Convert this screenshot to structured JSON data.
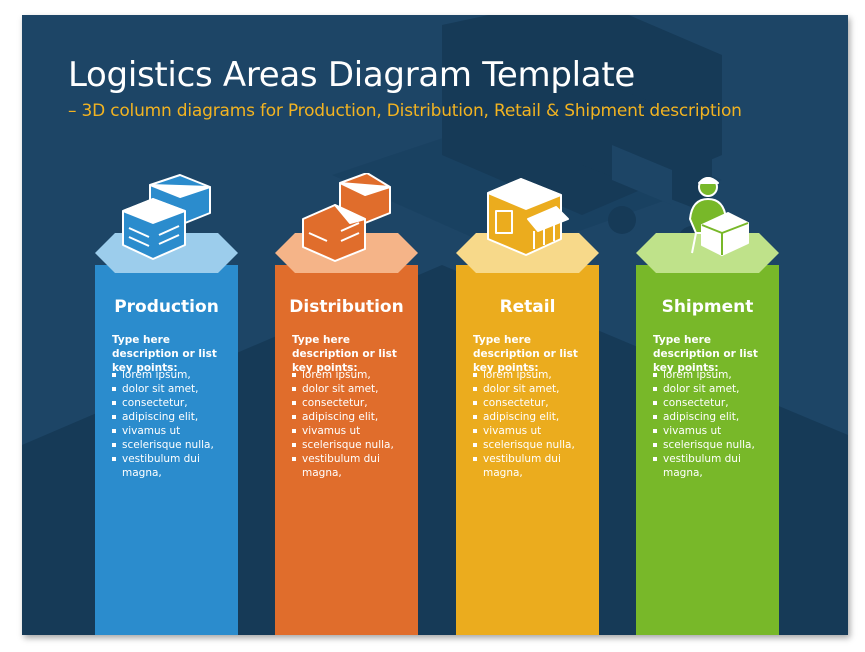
{
  "title": "Logistics Areas Diagram Template",
  "subtitle": "– 3D column diagrams for Production, Distribution, Retail & Shipment description",
  "columns": [
    {
      "title": "Production",
      "icon": "factory-icon",
      "color": "#2b8ccd",
      "top_color": "#9ccdec",
      "description": "Type here description or list key points:",
      "items": [
        "lorem ipsum,",
        "dolor sit amet,",
        "consectetur,",
        "adipiscing elit,",
        "vivamus ut",
        "scelerisque nulla,",
        "vestibulum dui magna,"
      ]
    },
    {
      "title": "Distribution",
      "icon": "warehouse-icon",
      "color": "#e06d2c",
      "top_color": "#f5b488",
      "description": "Type here description or list key points:",
      "items": [
        "lorem ipsum,",
        "dolor sit amet,",
        "consectetur,",
        "adipiscing elit,",
        "vivamus ut",
        "scelerisque nulla,",
        "vestibulum dui magna,"
      ]
    },
    {
      "title": "Retail",
      "icon": "shop-icon",
      "color": "#ebac1e",
      "top_color": "#f7d98a",
      "description": "Type here description or list key points:",
      "items": [
        "lorem ipsum,",
        "dolor sit amet,",
        "consectetur,",
        "adipiscing elit,",
        "vivamus ut",
        "scelerisque nulla,",
        "vestibulum dui magna,"
      ]
    },
    {
      "title": "Shipment",
      "icon": "delivery-person-icon",
      "color": "#78b829",
      "top_color": "#bfe28a",
      "description": "Type here description or list key points:",
      "items": [
        "lorem ipsum,",
        "dolor sit amet,",
        "consectetur,",
        "adipiscing elit,",
        "vivamus ut",
        "scelerisque nulla,",
        "vestibulum dui magna,"
      ]
    }
  ]
}
